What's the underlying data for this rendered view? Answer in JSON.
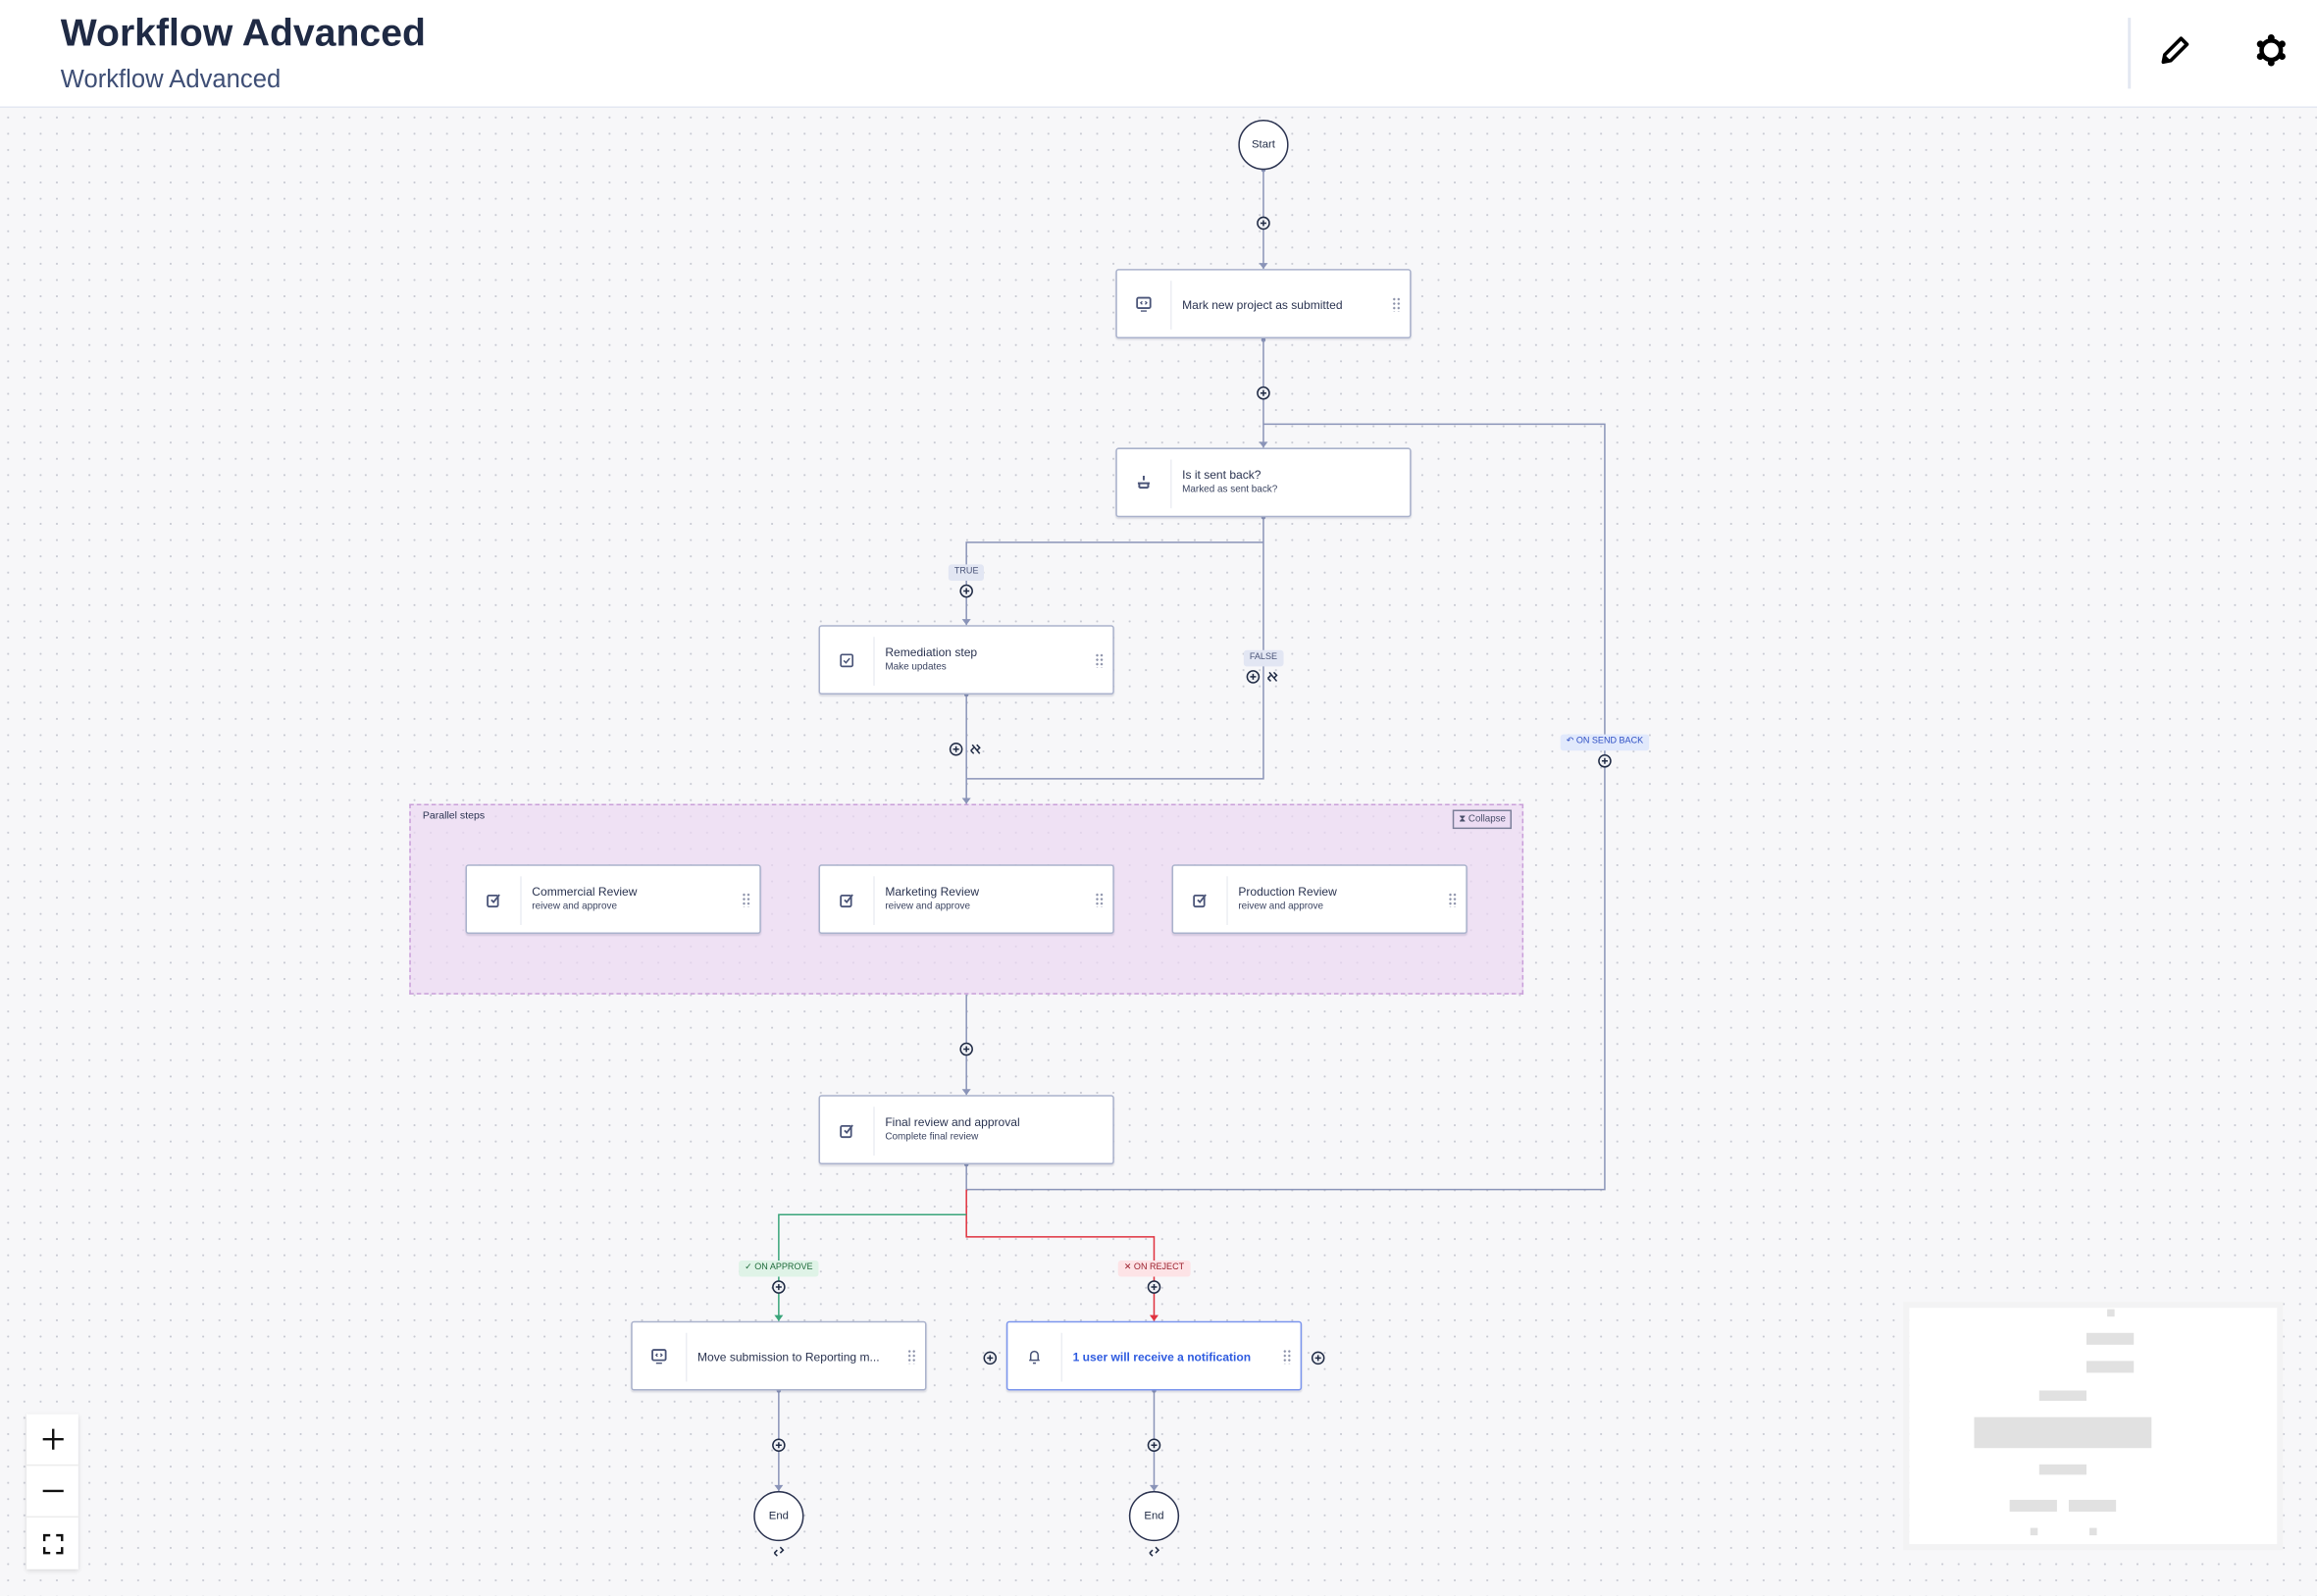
{
  "header": {
    "title": "Workflow Advanced",
    "subtitle": "Workflow Advanced",
    "icons": [
      "pencil-icon",
      "gear-icon"
    ]
  },
  "flow": {
    "start": "Start",
    "end": "End",
    "nodes": {
      "mark": {
        "title": "Mark new project as submitted",
        "icon": "code-monitor-icon"
      },
      "decision": {
        "title": "Is it sent back?",
        "subtitle": "Marked as sent back?",
        "icon": "branch-icon"
      },
      "remediation": {
        "title": "Remediation step",
        "subtitle": "Make updates",
        "icon": "checkbox-icon"
      },
      "commercial": {
        "title": "Commercial Review",
        "subtitle": "reivew and approve",
        "icon": "approval-icon"
      },
      "marketing": {
        "title": "Marketing Review",
        "subtitle": "reivew and approve",
        "icon": "approval-icon"
      },
      "production": {
        "title": "Production Review",
        "subtitle": "reivew and approve",
        "icon": "approval-icon"
      },
      "final": {
        "title": "Final review and approval",
        "subtitle": "Complete final review",
        "icon": "approval-icon"
      },
      "move": {
        "title": "Move submission to Reporting m...",
        "icon": "code-monitor-icon"
      },
      "notify": {
        "title": "1 user will receive a notification",
        "icon": "bell-icon"
      }
    },
    "group": {
      "label": "Parallel steps",
      "collapse": "Collapse"
    },
    "labels": {
      "true": "TRUE",
      "false": "FALSE",
      "send_back": "ON SEND BACK",
      "approve": "ON APPROVE",
      "reject": "ON REJECT"
    }
  },
  "colors": {
    "edge": "#8a94b8",
    "approve": "#3aa57a",
    "reject": "#e0323f",
    "link": "#2e5be0",
    "group": "#f1e4f5"
  },
  "zoom_controls": [
    "zoom-in",
    "zoom-out",
    "fit-view"
  ]
}
